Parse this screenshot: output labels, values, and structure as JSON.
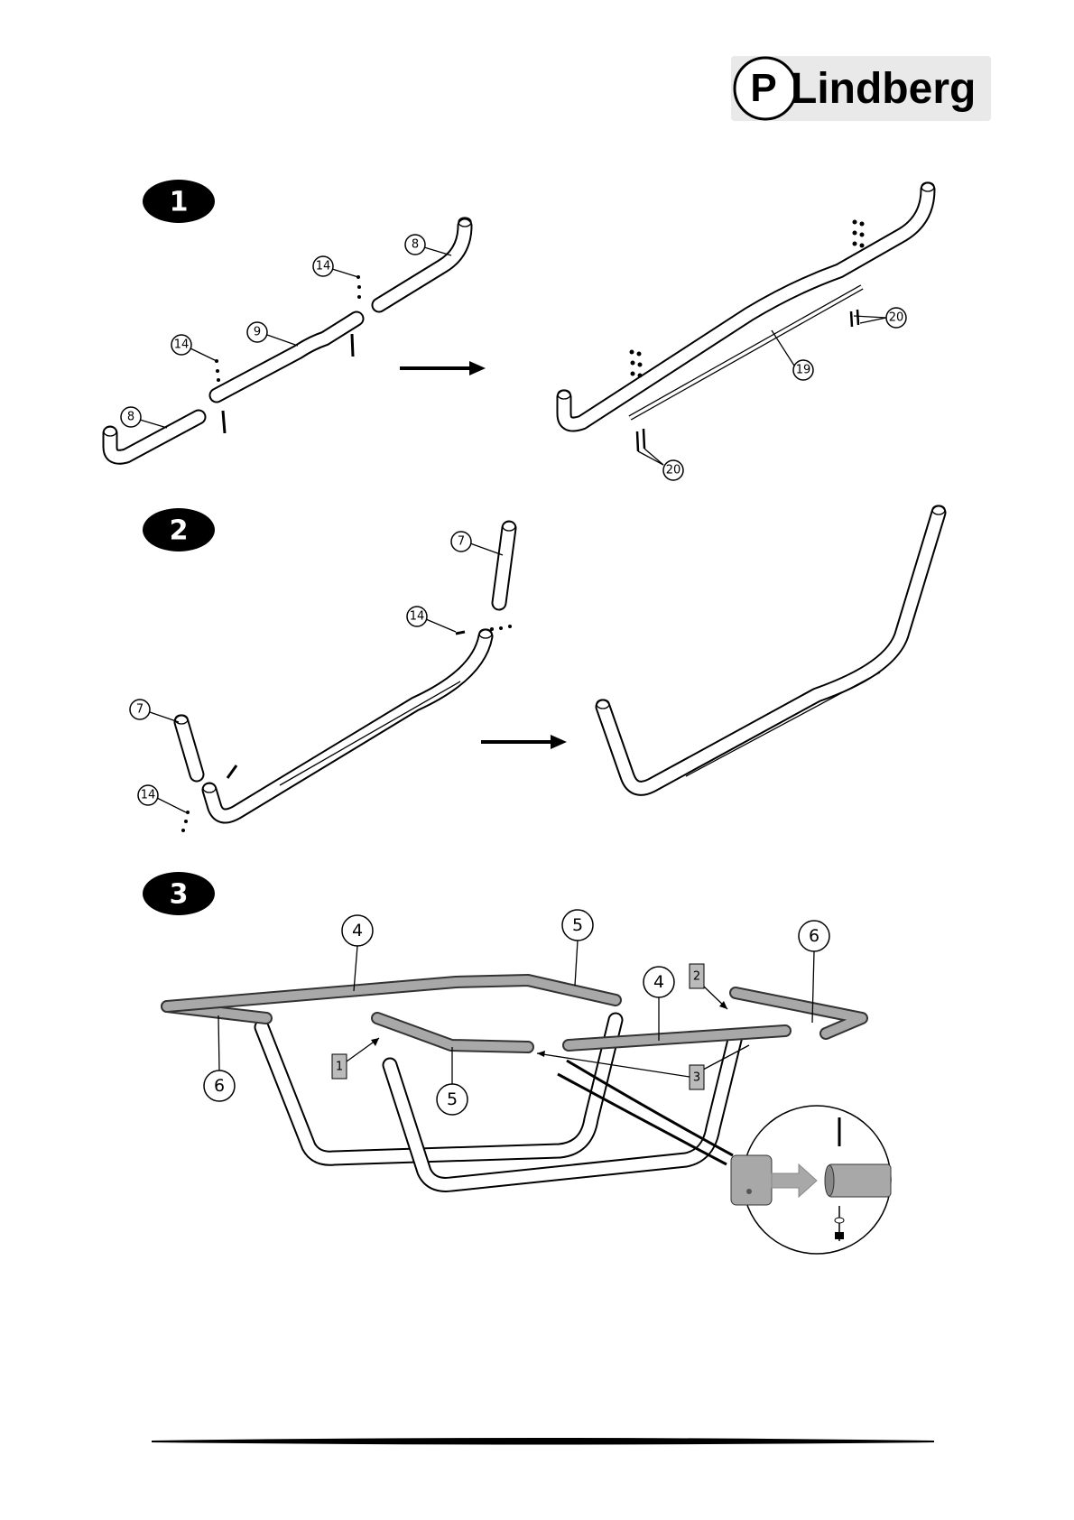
{
  "brand": {
    "logo_letter": "P",
    "logo_text": "Lindberg"
  },
  "steps": [
    {
      "number": "1",
      "labels": [
        "14",
        "8",
        "9",
        "14",
        "8",
        "19",
        "20",
        "20"
      ]
    },
    {
      "number": "2",
      "labels": [
        "7",
        "14",
        "7",
        "14"
      ]
    },
    {
      "number": "3",
      "labels": [
        "4",
        "5",
        "6",
        "4",
        "6",
        "5"
      ],
      "connector_tags": [
        "1",
        "2",
        "3"
      ]
    }
  ],
  "colors": {
    "ink": "#000000",
    "tube_grey": "#a8a8a8",
    "badge": "#000000"
  }
}
